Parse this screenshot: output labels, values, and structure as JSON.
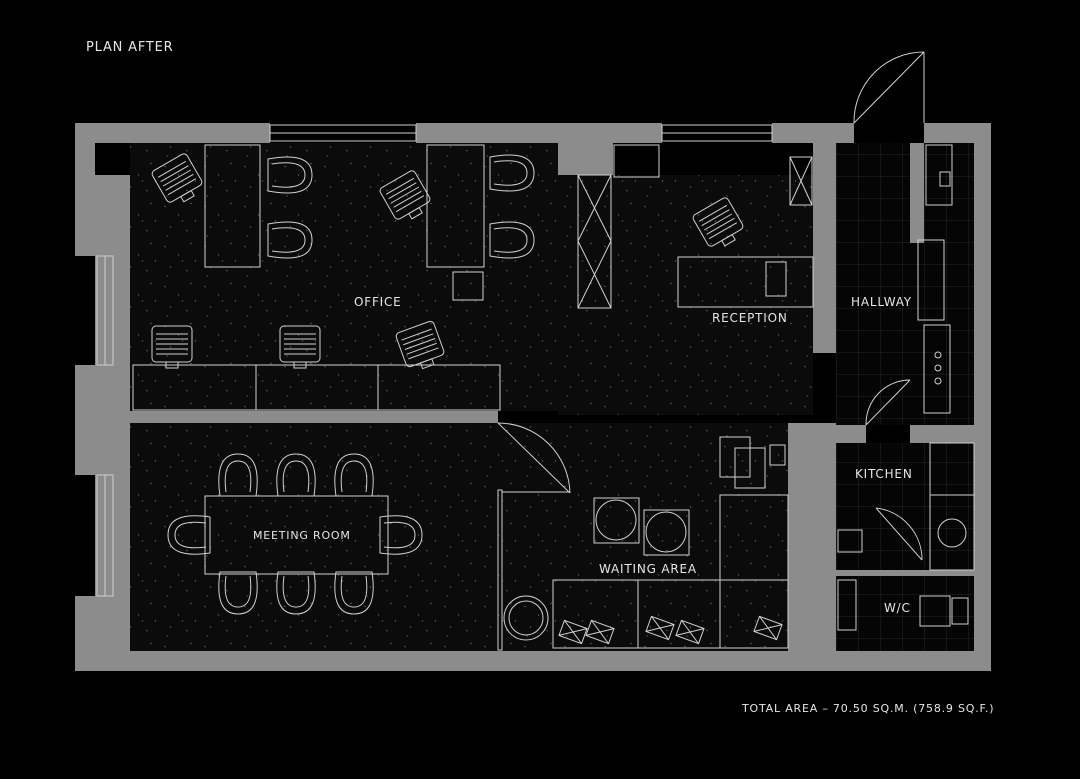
{
  "plan_title": "PLAN AFTER",
  "total_area": "TOTAL AREA – 70.50 SQ.M. (758.9 SQ.F.)",
  "rooms": {
    "office": "OFFICE",
    "reception": "RECEPTION",
    "hallway": "HALLWAY",
    "meeting_room": "MEETING ROOM",
    "waiting_area": "WAITING AREA",
    "kitchen": "KITCHEN",
    "wc": "W/C"
  },
  "colors": {
    "background": "#000000",
    "wall": "#8c8c8c",
    "line": "#cfcfcf",
    "floor": "#0d0d0d"
  }
}
